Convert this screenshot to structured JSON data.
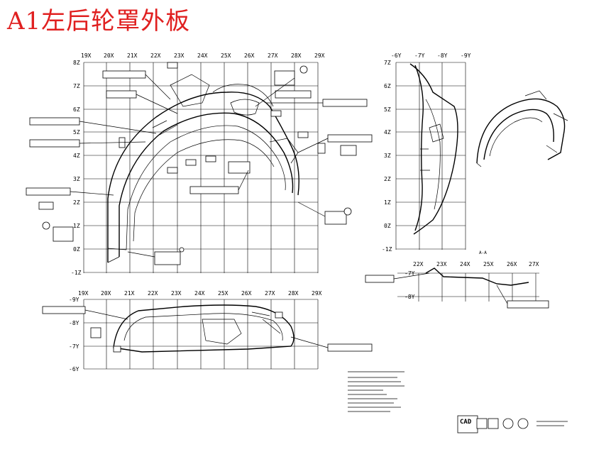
{
  "title": "A1左后轮罩外板",
  "main_view": {
    "x_labels": [
      "19X",
      "20X",
      "21X",
      "22X",
      "23X",
      "24X",
      "25X",
      "26X",
      "27X",
      "28X",
      "29X"
    ],
    "z_labels": [
      "8Z",
      "7Z",
      "6Z",
      "5Z",
      "4Z",
      "3Z",
      "2Z",
      "1Z",
      "0Z",
      "-1Z"
    ]
  },
  "side_view": {
    "y_labels": [
      "-6Y",
      "-7Y",
      "-8Y",
      "-9Y"
    ],
    "z_labels": [
      "7Z",
      "6Z",
      "5Z",
      "4Z",
      "3Z",
      "2Z",
      "1Z",
      "0Z",
      "-1Z"
    ]
  },
  "bottom_view": {
    "x_labels": [
      "19X",
      "20X",
      "21X",
      "22X",
      "23X",
      "24X",
      "25X",
      "26X",
      "27X",
      "28X",
      "29X"
    ],
    "y_labels": [
      "-9Y",
      "-8Y",
      "-7Y",
      "-6Y"
    ]
  },
  "section_view": {
    "label": "A-A",
    "x_labels": [
      "22X",
      "23X",
      "24X",
      "25X",
      "26X",
      "27X"
    ],
    "y_labels": [
      "-7Y",
      "-8Y"
    ]
  },
  "title_block": {
    "cad": "CAD"
  }
}
